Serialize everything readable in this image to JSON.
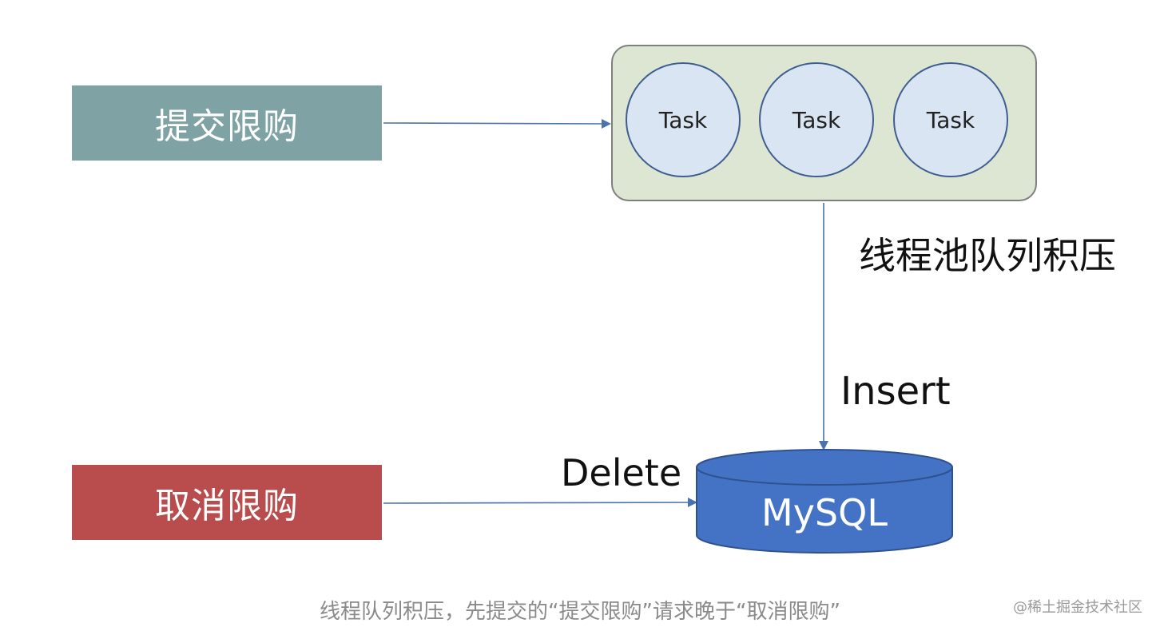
{
  "boxes": {
    "submit": "提交限购",
    "cancel": "取消限购"
  },
  "pool": {
    "tasks": [
      "Task",
      "Task",
      "Task"
    ]
  },
  "labels": {
    "backlog": "线程池队列积压",
    "insert": "Insert",
    "delete": "Delete"
  },
  "database": {
    "name": "MySQL"
  },
  "caption": "线程队列积压，先提交的“提交限购”请求晚于“取消限购”",
  "watermark": "@稀土掘金技术社区",
  "colors": {
    "submit_box": "#7fa3a5",
    "cancel_box": "#b94d4d",
    "pool_fill": "#dce6d3",
    "task_fill": "#dae5f3",
    "database_fill": "#4472c4",
    "arrow": "#4a72b0"
  }
}
